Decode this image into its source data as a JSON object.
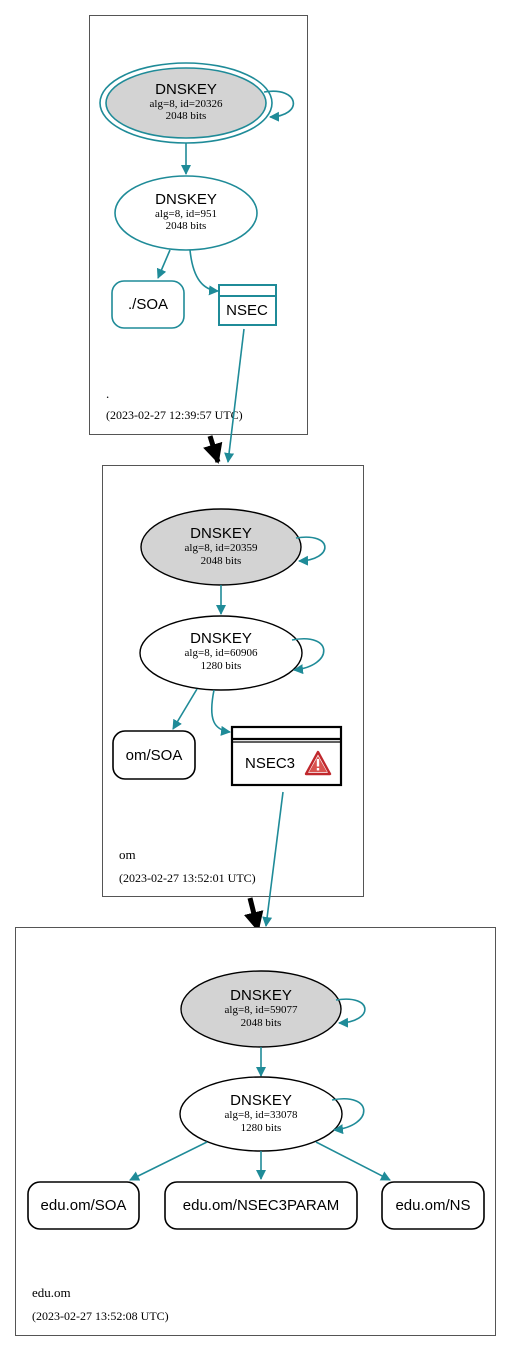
{
  "zones": [
    {
      "name": ".",
      "timestamp": "(2023-02-27 12:39:57 UTC)",
      "nodes": {
        "ksk": {
          "title": "DNSKEY",
          "line1": "alg=8, id=20326",
          "line2": "2048 bits"
        },
        "zsk": {
          "title": "DNSKEY",
          "line1": "alg=8, id=951",
          "line2": "2048 bits"
        },
        "soa": "./SOA",
        "nsec": "NSEC"
      }
    },
    {
      "name": "om",
      "timestamp": "(2023-02-27 13:52:01 UTC)",
      "nodes": {
        "ksk": {
          "title": "DNSKEY",
          "line1": "alg=8, id=20359",
          "line2": "2048 bits"
        },
        "zsk": {
          "title": "DNSKEY",
          "line1": "alg=8, id=60906",
          "line2": "1280 bits"
        },
        "soa": "om/SOA",
        "nsec3": "NSEC3"
      }
    },
    {
      "name": "edu.om",
      "timestamp": "(2023-02-27 13:52:08 UTC)",
      "nodes": {
        "ksk": {
          "title": "DNSKEY",
          "line1": "alg=8, id=59077",
          "line2": "2048 bits"
        },
        "zsk": {
          "title": "DNSKEY",
          "line1": "alg=8, id=33078",
          "line2": "1280 bits"
        },
        "soa": "edu.om/SOA",
        "nsec3param": "edu.om/NSEC3PARAM",
        "ns": "edu.om/NS"
      }
    }
  ],
  "colors": {
    "secure": "#1f8b98",
    "insecure": "#000000",
    "ksk_fill": "#d3d3d3",
    "warning": "#c0282d"
  }
}
